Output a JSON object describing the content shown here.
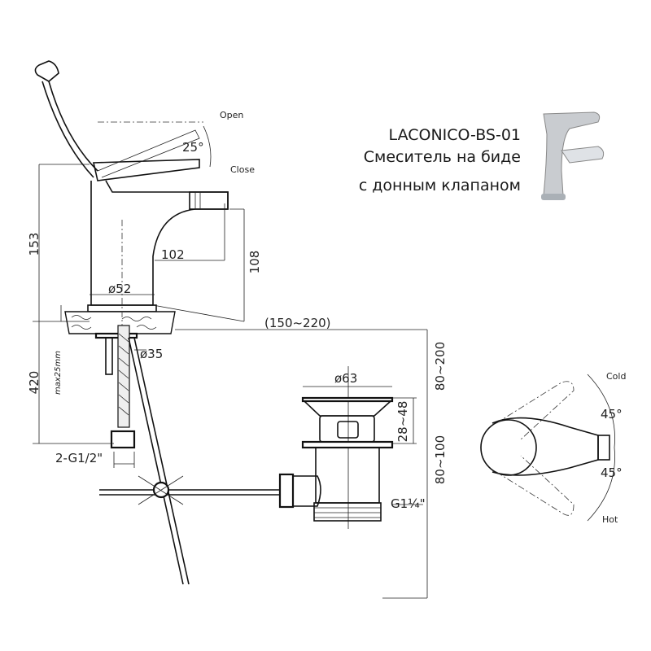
{
  "title": {
    "model": "LACONICO-BS-01",
    "line1": "Смеситель на биде",
    "line2": "с донным клапаном"
  },
  "faucet": {
    "open": "Open",
    "close": "Close",
    "angle": "25°",
    "height": "153",
    "spout_reach": "102",
    "spout_height": "108",
    "base_diameter": "ø52",
    "hole_diameter": "ø35",
    "hose_length": "420",
    "max_thickness": "max25mm",
    "connection": "2-G1/2\""
  },
  "drain": {
    "distance": "(150~220)",
    "diameter": "ø63",
    "upper_range": "80~200",
    "plug_range": "28~48",
    "lower_range": "80~100",
    "thread": "G1¼\""
  },
  "top_view": {
    "cold": "Cold",
    "hot": "Hot",
    "angle_cold": "45°",
    "angle_hot": "45°"
  }
}
